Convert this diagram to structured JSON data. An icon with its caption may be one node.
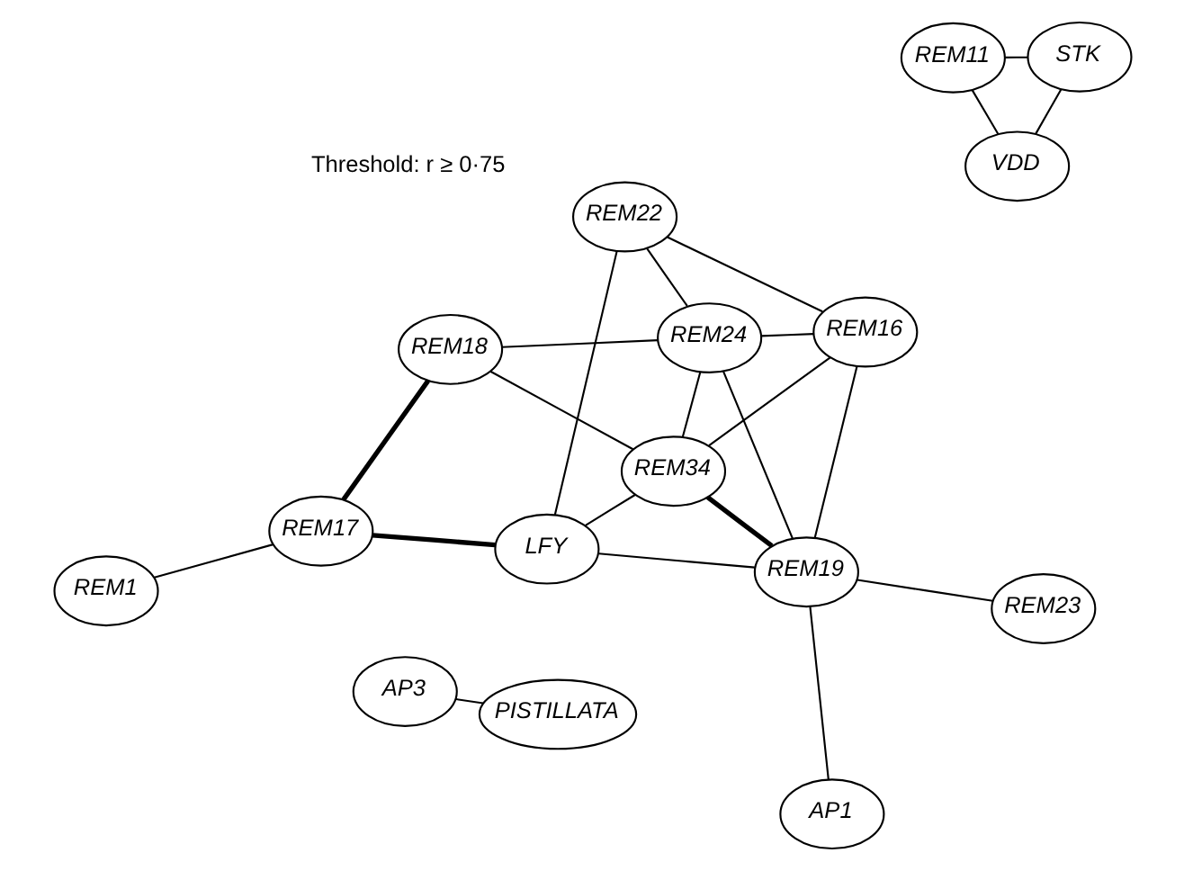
{
  "diagram": {
    "nodes": [
      {
        "text": [
          "AP3"
        ]
      },
      {
        "text": [
          "PISTILLATA"
        ]
      },
      {
        "text": [
          "REM22"
        ]
      },
      {
        "text": [
          "LFY"
        ]
      },
      {
        "text": [
          "REM16"
        ]
      },
      {
        "text": [
          "REM24"
        ]
      },
      {
        "text": [
          "REM34"
        ]
      },
      {
        "text": [
          "REM1"
        ]
      },
      {
        "text": [
          "REM17"
        ]
      },
      {
        "text": [
          "REM11"
        ]
      },
      {
        "text": [
          "REM19"
        ]
      },
      {
        "text": [
          "STK"
        ]
      },
      {
        "text": [
          "REM18"
        ]
      },
      {
        "text": [
          "VDD"
        ]
      },
      {
        "text": [
          "REM23"
        ]
      },
      {
        "text": [
          "AP1"
        ]
      }
    ],
    "edges": [
      {
        "from": 0,
        "to": 1,
        "arrow": "none"
      },
      {
        "from": 2,
        "to": 3,
        "arrow": "none"
      },
      {
        "from": 2,
        "to": 4,
        "arrow": "none"
      },
      {
        "from": 2,
        "to": 5,
        "arrow": "none"
      },
      {
        "from": 3,
        "to": 8,
        "arrow": "none",
        "style": "thick"
      },
      {
        "from": 3,
        "to": 6,
        "arrow": "none"
      },
      {
        "from": 3,
        "to": 10,
        "arrow": "none"
      },
      {
        "from": 4,
        "to": 6,
        "arrow": "none"
      },
      {
        "from": 4,
        "to": 10,
        "arrow": "none"
      },
      {
        "from": 4,
        "to": 5,
        "arrow": "none"
      },
      {
        "from": 5,
        "to": 6,
        "arrow": "none"
      },
      {
        "from": 5,
        "to": 10,
        "arrow": "none"
      },
      {
        "from": 5,
        "to": 12,
        "arrow": "none"
      },
      {
        "from": 6,
        "to": 10,
        "arrow": "none",
        "style": "thick"
      },
      {
        "from": 6,
        "to": 12,
        "arrow": "none"
      },
      {
        "from": 7,
        "to": 8,
        "arrow": "none"
      },
      {
        "from": 8,
        "to": 12,
        "arrow": "none",
        "style": "thick"
      },
      {
        "from": 10,
        "to": 14,
        "arrow": "none"
      },
      {
        "from": 10,
        "to": 15,
        "arrow": "none"
      },
      {
        "from": 9,
        "to": 13,
        "arrow": "none"
      },
      {
        "from": 9,
        "to": 11,
        "arrow": "none"
      },
      {
        "from": 11,
        "to": 13,
        "arrow": "none"
      }
    ],
    "labels": [
      "Threshold: r ≥ 0·75"
    ]
  }
}
